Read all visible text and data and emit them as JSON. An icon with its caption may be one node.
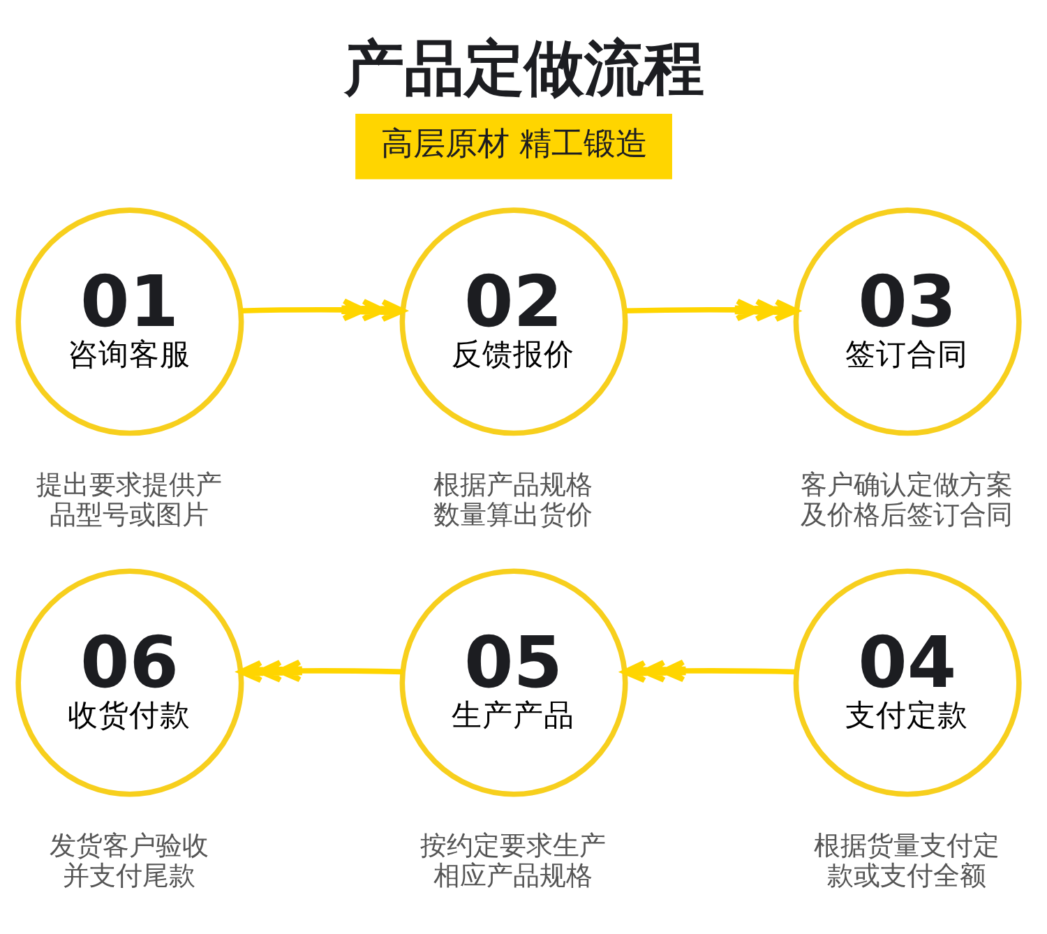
{
  "diagram": {
    "title": "产品定做流程",
    "nodes": [
      {
        "text": [
          "高层原材 精工锻造"
        ]
      },
      {
        "text": [
          "01",
          "咨询客服"
        ],
        "beside": [
          "提出要求提供产品型号或图片"
        ]
      },
      {
        "text": [
          "02",
          "反馈报价"
        ],
        "beside": [
          "根据产品规格数量算出货价"
        ]
      },
      {
        "text": [
          "03",
          "签订合同"
        ],
        "beside": [
          "客户确认定做方案及价格后签订合同"
        ]
      },
      {
        "text": [
          "06",
          "收货付款"
        ],
        "beside": [
          "发货客户验收并支付尾款"
        ]
      },
      {
        "text": [
          "05",
          "生产产品"
        ],
        "beside": [
          "按约定要求生产相应产品规格"
        ]
      },
      {
        "text": [
          "04",
          "支付定款"
        ],
        "beside": [
          "根据货量支付定款或支付全额"
        ]
      }
    ],
    "edges": [
      {
        "from": 1,
        "to": 2,
        "arrow": "to"
      },
      {
        "from": 2,
        "to": 3,
        "arrow": "to"
      },
      {
        "from": 6,
        "to": 5,
        "arrow": "to"
      },
      {
        "from": 5,
        "to": 4,
        "arrow": "to"
      }
    ]
  }
}
